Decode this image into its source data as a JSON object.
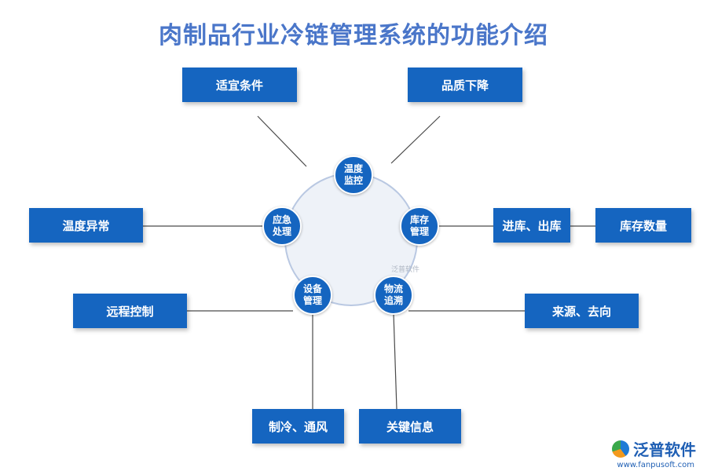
{
  "title": "肉制品行业冷链管理系统的功能介绍",
  "nodes": {
    "temp": [
      "温度",
      "监控"
    ],
    "stock": [
      "库存",
      "管理"
    ],
    "logistics": [
      "物流",
      "追溯"
    ],
    "equipment": [
      "设备",
      "管理"
    ],
    "emergency": [
      "应急",
      "处理"
    ]
  },
  "boxes": {
    "suitable": "适宜条件",
    "quality": "品质下降",
    "abnormal": "温度异常",
    "inout": "进库、出库",
    "quantity": "库存数量",
    "remote": "远程控制",
    "source": "来源、去向",
    "cooling": "制冷、通风",
    "keyinfo": "关键信息"
  },
  "watermark": "泛普软件",
  "logo": {
    "text": "泛普软件",
    "url": "www.fanpusoft.com"
  },
  "colors": {
    "box": "#1565c0",
    "title": "#4a76c9",
    "ring": "#eef2f8",
    "line": "#4a4a4a"
  }
}
